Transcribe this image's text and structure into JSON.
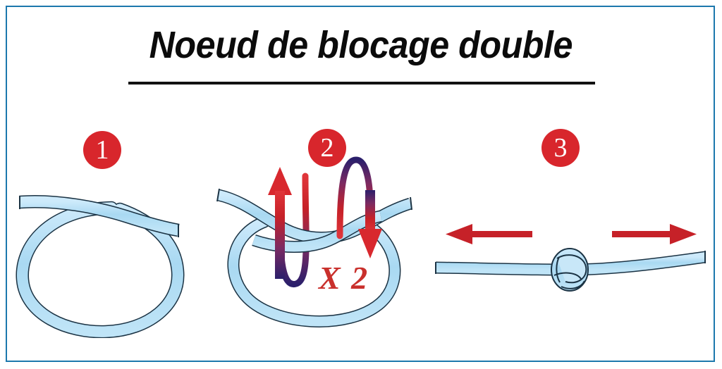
{
  "page": {
    "title": "Noeud de blocage double",
    "background_color": "#ffffff",
    "frame_color": "#1c78ad"
  },
  "colors": {
    "rope_fill": "#aedcf4",
    "rope_fill_light": "#c8e7f8",
    "rope_outline": "#1b3344",
    "badge_red": "#d8262c",
    "arrow_red": "#c62128",
    "arrow_dark": "#2b1f6b",
    "text_black": "#0b0b0b",
    "x2_red": "#c9302c",
    "frame_blue": "#1c78ad"
  },
  "steps": [
    {
      "number": "1",
      "badge_label": "1",
      "name": "form-loop",
      "description": "Rope crossed over itself to form a single loop"
    },
    {
      "number": "2",
      "badge_label": "2",
      "name": "wrap-twice",
      "description": "Pass the working end through the loop twice",
      "annotation": "X 2",
      "arrows": [
        {
          "name": "arrow-up-through-loop",
          "direction": "up"
        },
        {
          "name": "arrow-down-through-loop",
          "direction": "down"
        }
      ]
    },
    {
      "number": "3",
      "badge_label": "3",
      "name": "tighten-knot",
      "description": "Pull both ends to tighten the stopper knot",
      "arrows": [
        {
          "name": "arrow-pull-left",
          "direction": "left"
        },
        {
          "name": "arrow-pull-right",
          "direction": "right"
        }
      ]
    }
  ],
  "annotations": {
    "x2": "X 2"
  }
}
